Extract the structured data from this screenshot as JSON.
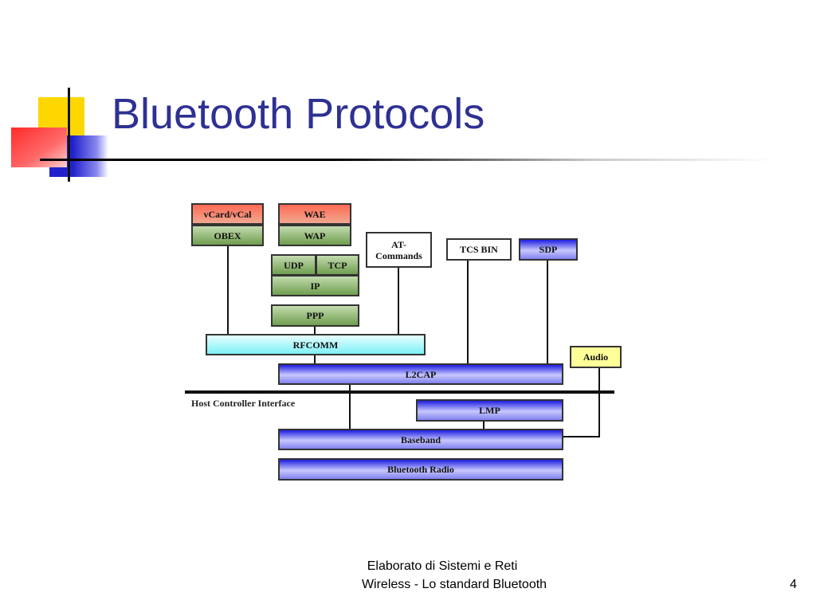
{
  "title": "Bluetooth Protocols",
  "diagram": {
    "vcard": "vCard/vCal",
    "obex": "OBEX",
    "wae": "WAE",
    "wap": "WAP",
    "udp": "UDP",
    "tcp": "TCP",
    "ip": "IP",
    "ppp": "PPP",
    "at_commands_line1": "AT-",
    "at_commands_line2": "Commands",
    "tcs_bin": "TCS BIN",
    "sdp": "SDP",
    "rfcomm": "RFCOMM",
    "audio": "Audio",
    "l2cap": "L2CAP",
    "hci": "Host Controller Interface",
    "lmp": "LMP",
    "baseband": "Baseband",
    "radio": "Bluetooth Radio"
  },
  "footer": {
    "line1": "Elaborato di Sistemi e Reti",
    "line2": "Wireless - Lo standard Bluetooth",
    "page": "4"
  },
  "colors": {
    "title": "#2e3192",
    "decor_yellow": "#ffd700",
    "decor_red": "#ff3b3b",
    "decor_blue": "#3333cc"
  }
}
